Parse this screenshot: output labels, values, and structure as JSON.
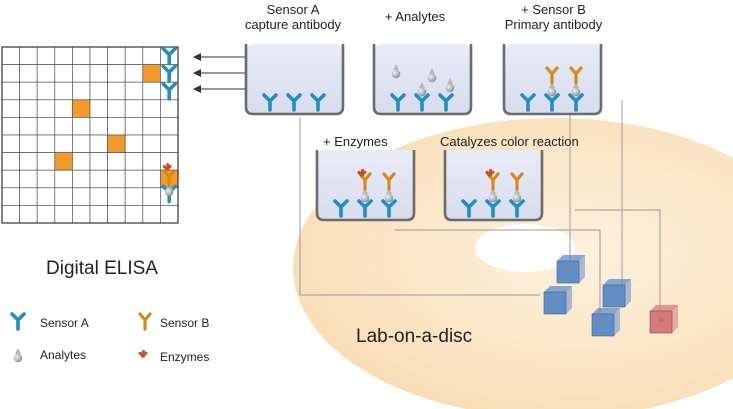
{
  "steps": {
    "sensor_a": {
      "line1": "Sensor A",
      "line2": "capture antibody"
    },
    "analytes": {
      "label": "+ Analytes"
    },
    "sensor_b": {
      "line1": "+ Sensor B",
      "line2": "Primary antibody"
    },
    "enzymes": {
      "label": "+ Enzymes"
    },
    "color": {
      "label": "Catalyzes color reaction"
    }
  },
  "grid": {
    "title": "Digital ELISA",
    "rows": 10,
    "cols": 10,
    "filled_cells": [
      [
        1,
        8
      ],
      [
        3,
        4
      ],
      [
        5,
        6
      ],
      [
        6,
        3
      ],
      [
        7,
        9
      ]
    ]
  },
  "disc": {
    "label": "Lab-on-a-disc"
  },
  "legend": {
    "sensor_a": "Sensor A",
    "sensor_b": "Sensor B",
    "analytes": "Analytes",
    "enzymes": "Enzymes"
  },
  "colors": {
    "sensor_a": "#1f8fc4",
    "sensor_b": "#d48a1a",
    "grid_fill": "#f39a2b",
    "disc": "#fbe6c8",
    "well": "#dfe4f2",
    "chamber_blue": "#5f8fc8",
    "chamber_red": "#d9797a"
  }
}
